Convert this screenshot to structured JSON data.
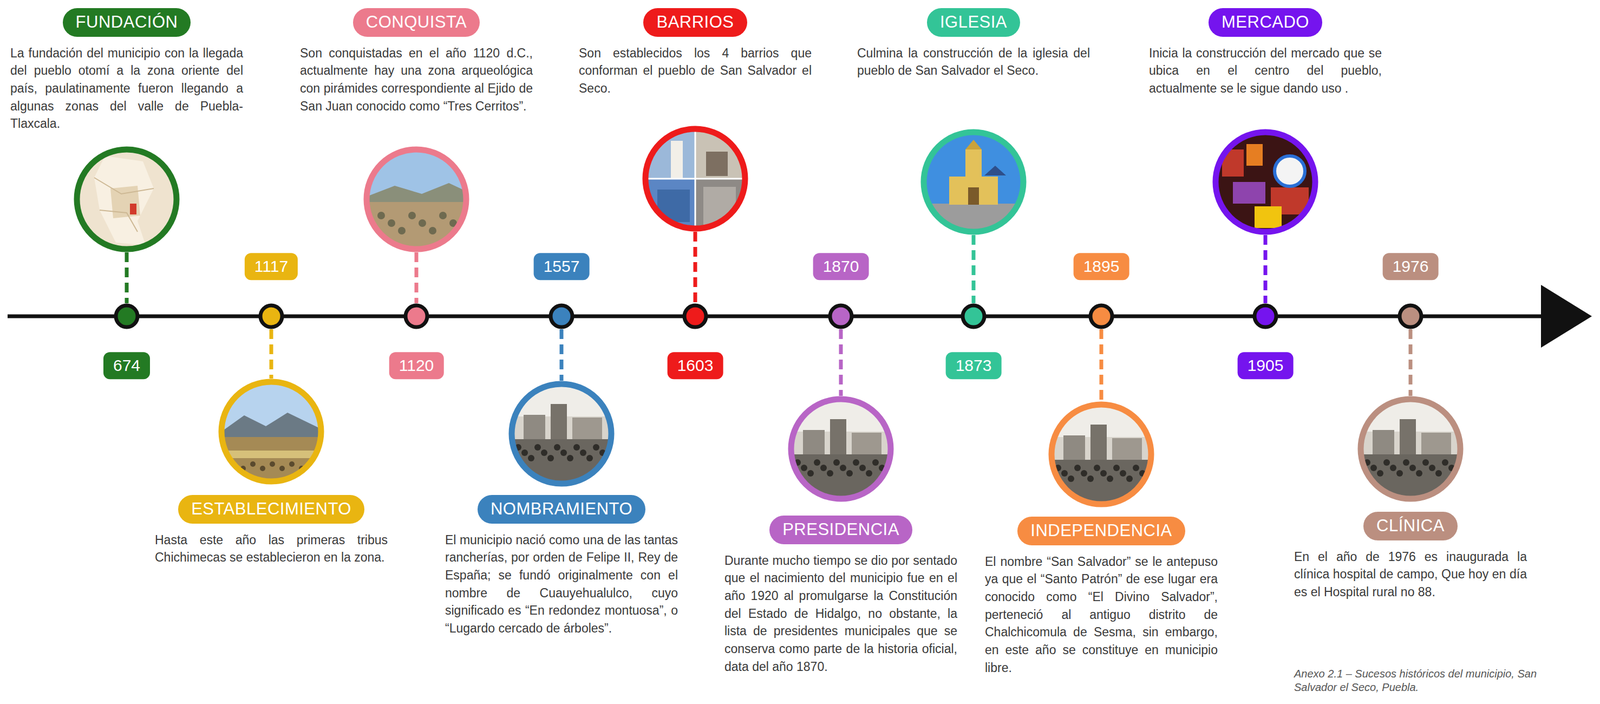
{
  "diagram": {
    "caption": "Anexo 2.1 – Sucesos históricos del municipio, San Salvador el Seco, Puebla.",
    "nodes": [
      {
        "text": [
          "FUNDACIÓN",
          "La fundación del municipio con la llegada del pueblo otomí a la zona oriente del país, paulatinamente fueron llegando a algunas zonas del valle de Puebla-Tlaxcala."
        ]
      },
      {
        "text": [
          "674"
        ]
      },
      {
        "text": [
          "ESTABLECIMIENTO",
          "Hasta este año las primeras tribus Chichimecas se establecieron en la zona."
        ]
      },
      {
        "text": [
          "1117"
        ]
      },
      {
        "text": [
          "CONQUISTA",
          "Son conquistadas en el año 1120 d.C., actualmente hay una zona arqueológica con pirámides correspondiente al Ejido de San Juan conocido como “Tres Cerritos”."
        ]
      },
      {
        "text": [
          "1120"
        ]
      },
      {
        "text": [
          "NOMBRAMIENTO",
          "El municipio nació como una de las tantas rancherías, por orden de Felipe II, Rey de España; se fundó originalmente con el nombre de Cuauyehualulco, cuyo significado es “En redondez montuosa”, o “Lugardo cercado de árboles”."
        ]
      },
      {
        "text": [
          "1557"
        ]
      },
      {
        "text": [
          "BARRIOS",
          "Son establecidos los 4 barrios que conforman el pueblo de San Salvador el Seco."
        ]
      },
      {
        "text": [
          "1603"
        ]
      },
      {
        "text": [
          "PRESIDENCIA",
          "Durante mucho tiempo se dio por sentado que el nacimiento del municipio fue en el año 1920 al promulgarse la Constitución del Estado de Hidalgo, no obstante, la lista de presidentes municipales que se conserva como parte de la historia oficial, data del año 1870."
        ]
      },
      {
        "text": [
          "1870"
        ]
      },
      {
        "text": [
          "IGLESIA",
          "Culmina la construcción de la iglesia del pueblo de San Salvador el Seco."
        ]
      },
      {
        "text": [
          "1873"
        ]
      },
      {
        "text": [
          "INDEPENDENCIA",
          "El nombre “San Salvador” se le antepuso ya que el “Santo Patrón” de ese lugar era conocido como “El Divino Salvador”, perteneció al antiguo distrito de Chalchicomula de Sesma, sin embargo, en este año se constituye en municipio libre."
        ]
      },
      {
        "text": [
          "1895"
        ]
      },
      {
        "text": [
          "MERCADO",
          "Inicia la construcción del mercado que se ubica en el centro del pueblo, actualmente se le sigue dando uso ."
        ]
      },
      {
        "text": [
          "1905"
        ]
      },
      {
        "text": [
          "CLÍNICA",
          "En el año de 1976 es inaugurada la clínica hospital de campo, Que hoy en día es el Hospital rural no 88."
        ]
      },
      {
        "text": [
          "1976"
        ]
      }
    ]
  }
}
